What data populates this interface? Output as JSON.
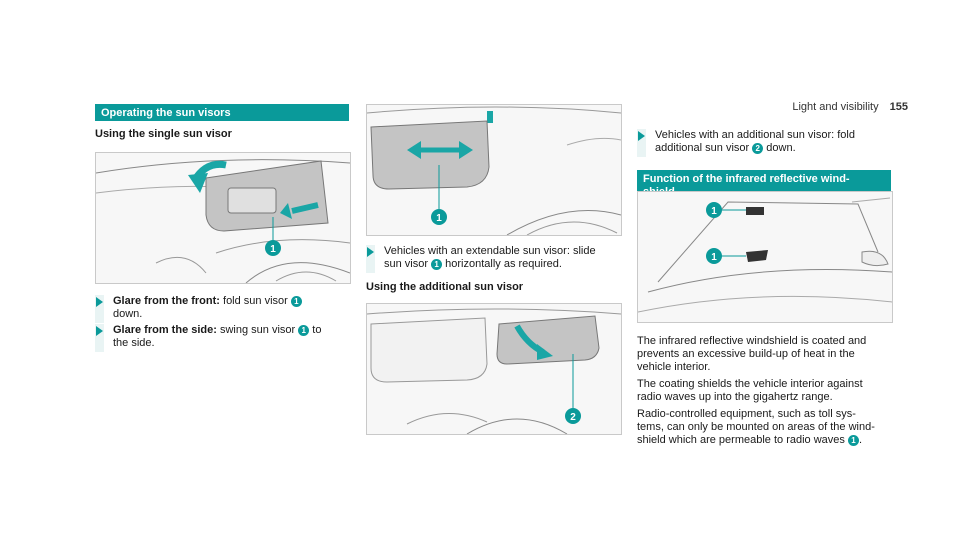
{
  "header": {
    "title": "Light and visibility",
    "page_number": "155"
  },
  "col1": {
    "section_title": "Operating the sun visors",
    "subhead": "Using the single sun visor",
    "figure_callouts": [
      "1"
    ],
    "steps": [
      {
        "bold": "Glare from the front:",
        "text": " fold sun visor ",
        "ref": "1",
        "after": "",
        "line2": "down."
      },
      {
        "bold": "Glare from the side:",
        "text": " swing sun visor ",
        "ref": "1",
        "after": " to",
        "line2": "the side."
      }
    ]
  },
  "col2": {
    "figure1_callouts": [
      "1"
    ],
    "step": {
      "line1": "Vehicles with an extendable sun visor: slide",
      "line2a": "sun visor ",
      "ref": "1",
      "line2b": " horizontally as required."
    },
    "subhead": "Using the additional sun visor",
    "figure2_callouts": [
      "2"
    ]
  },
  "col3": {
    "step": {
      "line1": "Vehicles with an additional sun visor: fold",
      "line2a": "additional sun visor ",
      "ref": "2",
      "line2b": " down."
    },
    "section_title_line1": "Function of the infrared reflective wind-",
    "section_title_line2": "shield",
    "figure_callouts": [
      "1",
      "1"
    ],
    "paragraphs": [
      [
        "The infrared reflective windshield is coated and",
        "prevents an excessive build-up of heat in the",
        "vehicle interior."
      ],
      [
        "The coating shields the vehicle interior against",
        "radio waves up into the gigahertz range."
      ],
      [
        "Radio-controlled equipment, such as toll sys-",
        "tems, can only be mounted on areas of the wind-"
      ]
    ],
    "last_line": "shield which are permeable to radio waves ",
    "last_ref": "1",
    "last_end": "."
  }
}
